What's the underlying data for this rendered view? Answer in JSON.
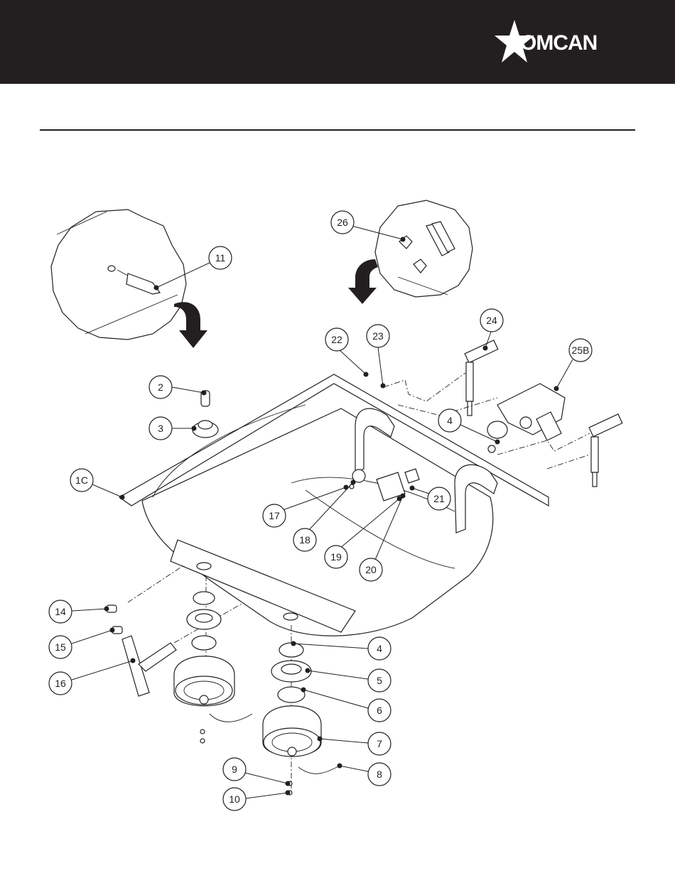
{
  "brand": {
    "name": "OMCAN",
    "logo_icon": "star-icon"
  },
  "callouts": [
    {
      "id": "11",
      "label": "11"
    },
    {
      "id": "26",
      "label": "26"
    },
    {
      "id": "2",
      "label": "2"
    },
    {
      "id": "3",
      "label": "3"
    },
    {
      "id": "1C",
      "label": "1C"
    },
    {
      "id": "22",
      "label": "22"
    },
    {
      "id": "23",
      "label": "23"
    },
    {
      "id": "24",
      "label": "24"
    },
    {
      "id": "25B",
      "label": "25B"
    },
    {
      "id": "4a",
      "label": "4"
    },
    {
      "id": "21",
      "label": "21"
    },
    {
      "id": "17",
      "label": "17"
    },
    {
      "id": "18",
      "label": "18"
    },
    {
      "id": "19",
      "label": "19"
    },
    {
      "id": "20",
      "label": "20"
    },
    {
      "id": "14",
      "label": "14"
    },
    {
      "id": "15",
      "label": "15"
    },
    {
      "id": "16",
      "label": "16"
    },
    {
      "id": "4b",
      "label": "4"
    },
    {
      "id": "5",
      "label": "5"
    },
    {
      "id": "6",
      "label": "6"
    },
    {
      "id": "7",
      "label": "7"
    },
    {
      "id": "8",
      "label": "8"
    },
    {
      "id": "9",
      "label": "9"
    },
    {
      "id": "10",
      "label": "10"
    }
  ]
}
